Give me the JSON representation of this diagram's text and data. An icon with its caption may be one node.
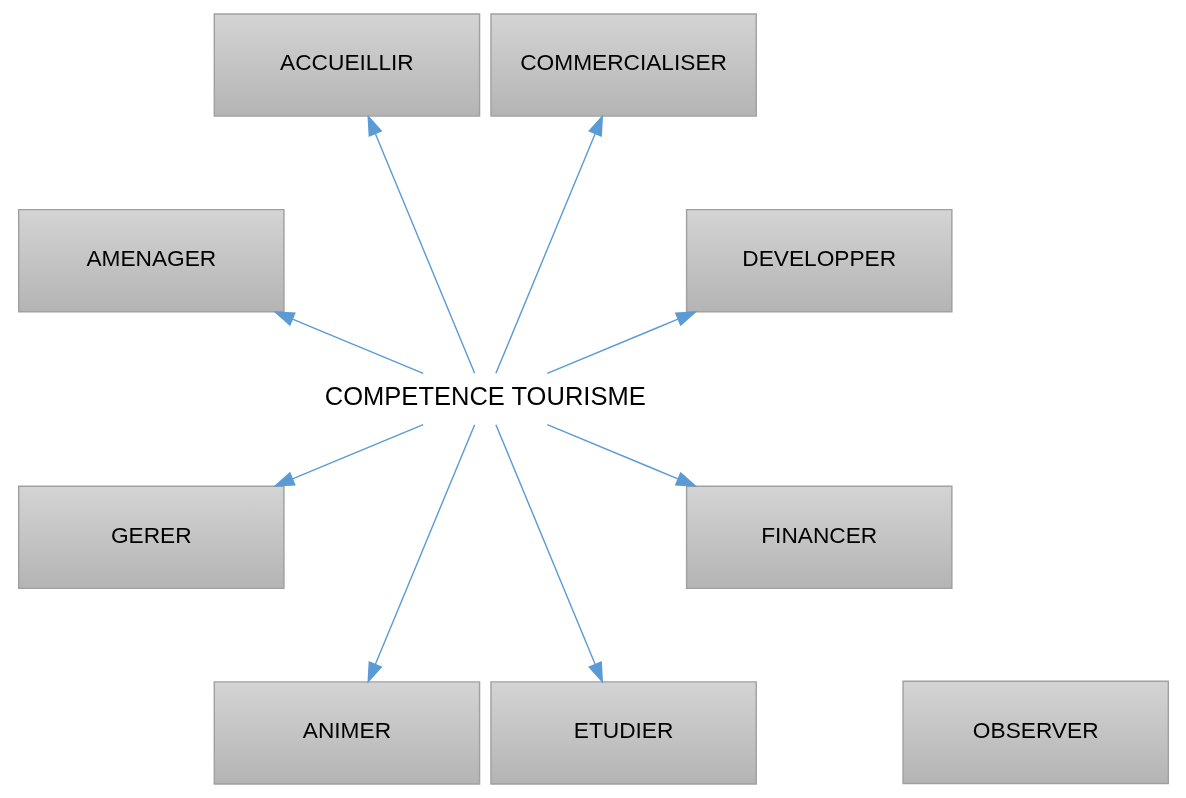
{
  "diagram": {
    "nodes": [
      {
        "text": [
          "DEVELOPPER"
        ]
      },
      {
        "text": [
          "COMMERCIALISER"
        ]
      },
      {
        "text": [
          "ACCUEILLIR"
        ]
      },
      {
        "text": [
          "AMENAGER"
        ]
      },
      {
        "text": [
          "COMPETENCE TOURISME"
        ]
      },
      {
        "text": [
          "GERER"
        ]
      },
      {
        "text": [
          "ANIMER"
        ]
      },
      {
        "text": [
          "OBSERVER"
        ]
      },
      {
        "text": [
          "ETUDIER"
        ]
      },
      {
        "text": [
          "FINANCER"
        ]
      }
    ],
    "edges": [
      {
        "from": 4,
        "to": 0,
        "arrow": "to"
      },
      {
        "from": 4,
        "to": 1,
        "arrow": "to"
      },
      {
        "from": 4,
        "to": 2,
        "arrow": "to"
      },
      {
        "from": 4,
        "to": 3,
        "arrow": "to"
      },
      {
        "from": 4,
        "to": 5,
        "arrow": "to"
      },
      {
        "from": 4,
        "to": 6,
        "arrow": "to"
      },
      {
        "from": 4,
        "to": 8,
        "arrow": "to"
      },
      {
        "from": 4,
        "to": 9,
        "arrow": "to"
      }
    ]
  }
}
